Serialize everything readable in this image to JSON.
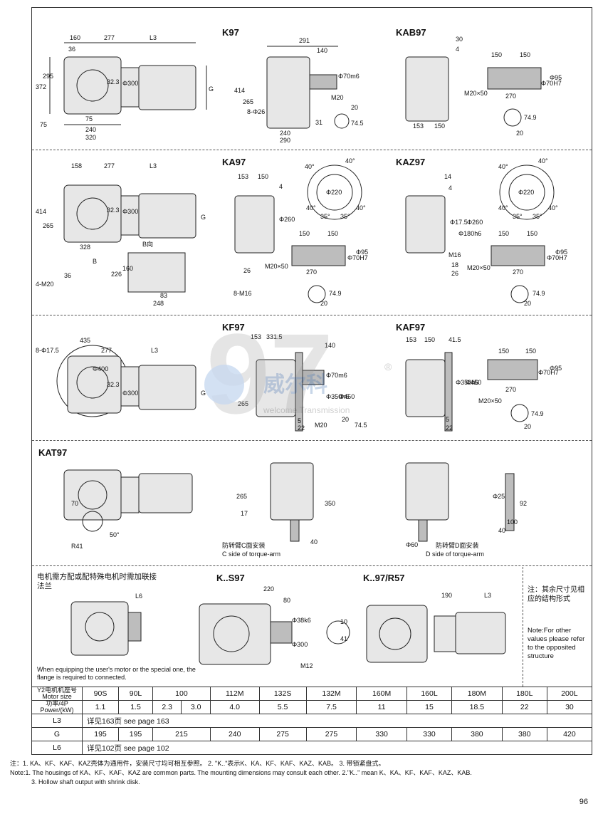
{
  "sections": {
    "k97": {
      "title": "K97",
      "dims": [
        "160",
        "277",
        "L3",
        "36",
        "372",
        "295",
        "75",
        "75",
        "240",
        "320",
        "32.3",
        "Φ300",
        "G"
      ],
      "front_dims": [
        "291",
        "140",
        "Φ70m6",
        "M20",
        "414",
        "265",
        "8-Φ26",
        "240",
        "290",
        "31",
        "20",
        "74.5"
      ]
    },
    "kab97": {
      "title": "KAB97",
      "dims": [
        "30",
        "4",
        "150",
        "150",
        "Φ70H7",
        "Φ95",
        "M20×50",
        "270",
        "153",
        "150",
        "20",
        "74.9"
      ]
    },
    "ka97": {
      "title": "KA97",
      "dims": [
        "158",
        "277",
        "L3",
        "414",
        "265",
        "32.3",
        "Φ300",
        "G",
        "328",
        "B",
        "B向",
        "226",
        "160",
        "83",
        "248",
        "4-M20",
        "36",
        "153",
        "150",
        "4",
        "Φ260",
        "150",
        "150",
        "Φ70H7",
        "Φ95",
        "M20×50",
        "270",
        "26",
        "8-M16",
        "74.9",
        "20",
        "40°",
        "40°",
        "35°",
        "35°",
        "40°",
        "40°",
        "Φ220"
      ]
    },
    "kaz97": {
      "title": "KAZ97",
      "dims": [
        "14",
        "4",
        "Φ17.5",
        "Φ180h6",
        "Φ260",
        "M16",
        "18",
        "26",
        "150",
        "150",
        "M20×50",
        "Φ70H7",
        "Φ95",
        "270",
        "74.9",
        "20",
        "40°",
        "40°",
        "35°",
        "35°",
        "40°",
        "40°",
        "Φ220"
      ]
    },
    "kf97": {
      "title": "KF97",
      "dims": [
        "8-Φ17.5",
        "435",
        "277",
        "L3",
        "Φ400",
        "32.3",
        "Φ300",
        "G",
        "153",
        "331.5",
        "140",
        "Φ70m6",
        "Φ350h6",
        "Φ450",
        "265",
        "5",
        "22",
        "M20",
        "20",
        "74.5"
      ]
    },
    "kaf97": {
      "title": "KAF97",
      "dims": [
        "153",
        "150",
        "41.5",
        "Φ350h6",
        "Φ450",
        "5",
        "22",
        "150",
        "150",
        "Φ70H7",
        "Φ95",
        "270",
        "M20×50",
        "74.9",
        "20"
      ]
    },
    "kat97": {
      "title": "KAT97",
      "dims": [
        "70",
        "R41",
        "50°",
        "265",
        "17",
        "350",
        "40",
        "Φ60",
        "Φ25",
        "92",
        "100",
        "40"
      ],
      "torque_c_cn": "防转臂C面安装",
      "torque_c_en": "C side of torque-arm",
      "torque_d_cn": "防转臂D面安装",
      "torque_d_en": "D side of torque-arm"
    },
    "ks97": {
      "title": "K..S97",
      "dims": [
        "220",
        "80",
        "Φ38k6",
        "Φ300",
        "M12",
        "10",
        "41"
      ]
    },
    "kr57": {
      "title": "K..97/R57",
      "dims": [
        "190",
        "L3"
      ]
    },
    "flange_note_cn": "电机需方配或配特殊电机时需加联接法兰",
    "flange_note_en": "When equipping the user's motor or the special one, the flange is required to connected.",
    "l6": "L6",
    "side_note_cn": "注：其余尺寸见相应的结构形式",
    "side_note_en": "Note:For other values please refer to the opposited structure"
  },
  "watermark": {
    "big": "97",
    "brand_cn": "威尔科",
    "brand_en": "welcome Transmission",
    "reg": "®"
  },
  "table": {
    "row_motor_label": "Y2电机机座号 Motor size",
    "row_power_label": "功率/4P Power/(kW)",
    "motor_sizes": [
      "90S",
      "90L",
      "100",
      "112M",
      "132S",
      "132M",
      "160M",
      "160L",
      "180M",
      "180L",
      "200L"
    ],
    "powers": [
      "1.1",
      "1.5",
      "2.3",
      "3.0",
      "4.0",
      "5.5",
      "7.5",
      "11",
      "15",
      "18.5",
      "22",
      "30"
    ],
    "l3_label": "L3",
    "l3_text": "详见163页   see page 163",
    "g_label": "G",
    "g_values": [
      "195",
      "195",
      "215",
      "240",
      "275",
      "275",
      "330",
      "330",
      "380",
      "380",
      "420"
    ],
    "l6_label": "L6",
    "l6_text": "详见102页   see page 102"
  },
  "footnotes": {
    "cn": "注：1. KA、KF、KAF、KAZ壳体为通用件，安装尺寸均可相互参照。  2. \"K..\"表示K、KA、KF、KAF、KAZ、KAB。  3. 带锁紧盘式。",
    "en1": "Note:1. The housings of KA、KF、KAF、KAZ are common parts. The mounting dimensions may consult each other.  2.\"K..\" mean K、KA、KF、KAF、KAZ、KAB.",
    "en2": "3. Hollow shaft output with shrink disk."
  },
  "page_number": "96"
}
